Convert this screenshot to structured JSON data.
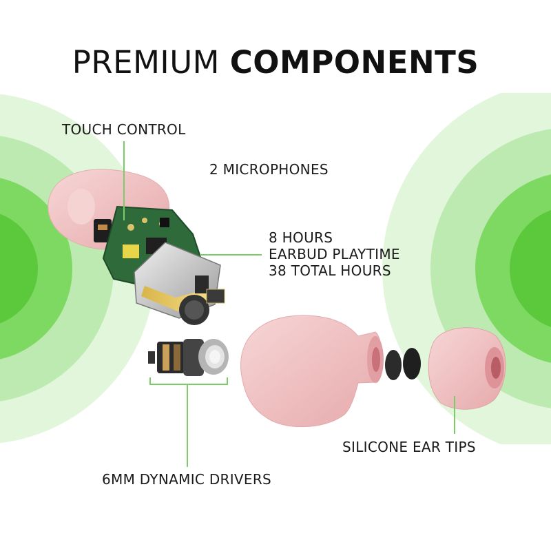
{
  "title": {
    "light": "PREMIUM ",
    "bold": "COMPONENTS"
  },
  "labels": {
    "touch_control": "TOUCH CONTROL",
    "microphones": "2 MICROPHONES",
    "playtime": [
      "8 HOURS",
      "EARBUD PLAYTIME",
      "38 TOTAL HOURS"
    ],
    "drivers": "6MM DYNAMIC DRIVERS",
    "ear_tips": "SILICONE EAR TIPS"
  },
  "colors": {
    "ring_outer": "#e2f6dc",
    "ring_mid": "#bdeab1",
    "ring_inner": "#7ed962",
    "ring_core": "#5cc93d",
    "callout_line": "#7bcc68",
    "earbud_pink": "#f2c5c5",
    "pcb_green": "#2f6b3a"
  }
}
